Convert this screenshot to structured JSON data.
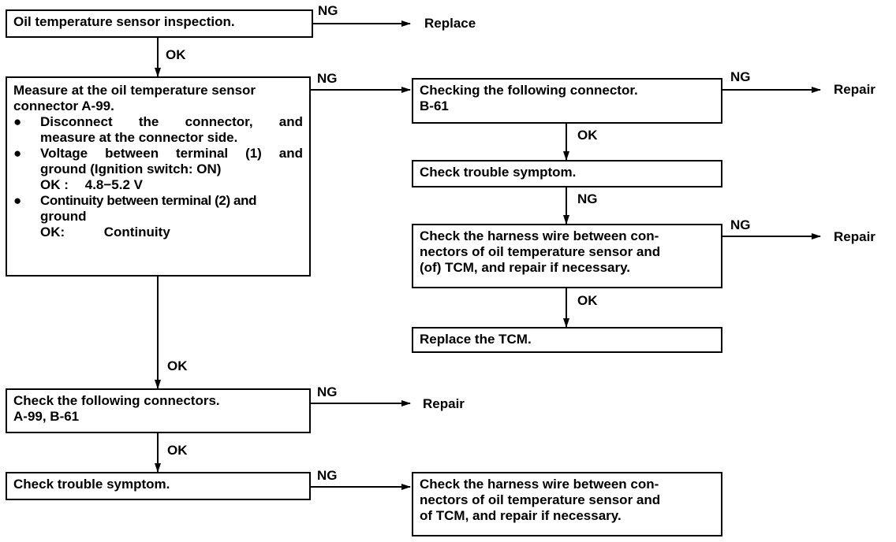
{
  "labels": {
    "ok": "OK",
    "ng": "NG"
  },
  "results": {
    "replace": "Replace",
    "repair": "Repair"
  },
  "box1": {
    "text": "Oil temperature sensor inspection."
  },
  "box2": {
    "line1": "Measure at the oil temperature sensor",
    "line2": "connector A-99.",
    "bullet": "●",
    "b1_line1": "Disconnect the connector, and",
    "b1_line2": "measure at the connector side.",
    "b2_line1": "Voltage between terminal (1) and",
    "b2_line2": "ground (Ignition switch: ON)",
    "b2_ok_label": "OK :",
    "b2_ok_value": "4.8−5.2 V",
    "b3_line1": "Continuity between terminal (2) and",
    "b3_line2": "ground",
    "b3_ok_label": "OK:",
    "b3_ok_value": "Continuity"
  },
  "box3": {
    "line1": "Checking the following connector.",
    "line2": "B-61"
  },
  "box4": {
    "text": "Check trouble symptom."
  },
  "box5": {
    "line1": "Check the harness wire between con-",
    "line2": "nectors of oil temperature sensor and",
    "line3": "(of) TCM, and repair if necessary."
  },
  "box6": {
    "text": "Replace the TCM."
  },
  "box7": {
    "line1": "Check the following connectors.",
    "line2": "A-99, B-61"
  },
  "box8": {
    "text": "Check trouble symptom."
  },
  "box9": {
    "line1": "Check the harness wire between con-",
    "line2": "nectors of oil temperature sensor and",
    "line3": "of TCM, and repair if necessary."
  }
}
